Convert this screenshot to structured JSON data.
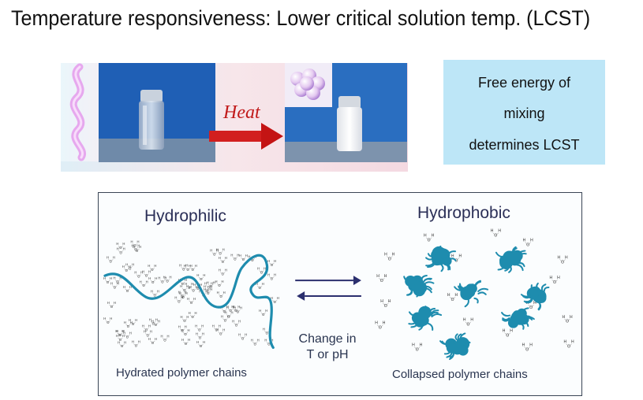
{
  "title": "Temperature responsiveness: Lower critical solution temp. (LCST)",
  "photo": {
    "heat_label": "Heat"
  },
  "energy_box": {
    "line1": "Free energy of",
    "line2": "mixing",
    "line3": "determines LCST"
  },
  "diagram": {
    "left_heading": "Hydrophilic",
    "right_heading": "Hydrophobic",
    "left_caption": "Hydrated polymer chains",
    "right_caption": "Collapsed polymer chains",
    "change_line1": "Change in",
    "change_line2": "T or pH",
    "water_h": "H",
    "water_o": "O"
  },
  "colors": {
    "polymer": "#1e8cae",
    "energy_box": "#bde6f7",
    "arrow": "#2b2f6e",
    "heat_arrow": "#d21f1f"
  }
}
